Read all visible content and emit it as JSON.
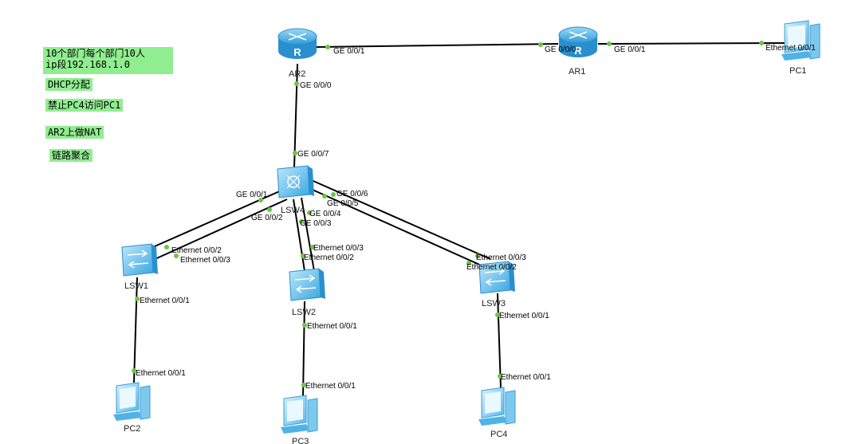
{
  "notes": [
    "10个部门每个部门10人\nip段192.168.1.0",
    "DHCP分配",
    "禁止PC4访问PC1",
    "AR2上做NAT",
    "链路聚合"
  ],
  "devices": {
    "ar2": "AR2",
    "ar1": "AR1",
    "pc1": "PC1",
    "lsw4": "LSW4",
    "lsw1": "LSW1",
    "lsw2": "LSW2",
    "lsw3": "LSW3",
    "pc2": "PC2",
    "pc3": "PC3",
    "pc4": "PC4"
  },
  "ports": {
    "ar2_ge001": "GE 0/0/1",
    "ar1_ge000": "GE 0/0/0",
    "ar1_ge001": "GE 0/0/1",
    "pc1_eth": "Ethernet 0/0/1",
    "ar2_ge000": "GE 0/0/0",
    "lsw4_ge007": "GE 0/0/7",
    "lsw4_ge001": "GE 0/0/1",
    "lsw4_ge002": "GE 0/0/2",
    "lsw4_ge004": "GE 0/0/4",
    "lsw4_ge003": "GE 0/0/3",
    "lsw4_ge006": "GE 0/0/6",
    "lsw4_ge005": "GE 0/0/5",
    "lsw1_eth002": "Ethernet 0/0/2",
    "lsw1_eth003": "Ethernet 0/0/3",
    "lsw2_eth003": "Ethernet 0/0/3",
    "lsw2_eth002": "Ethernet 0/0/2",
    "lsw3_eth003": "Ethernet 0/0/3",
    "lsw3_eth002": "Ethernet 0/0/2",
    "lsw1_eth001": "Ethernet 0/0/1",
    "pc2_eth": "Ethernet 0/0/1",
    "lsw2_eth001": "Ethernet 0/0/1",
    "pc3_eth": "Ethernet 0/0/1",
    "lsw3_eth001": "Ethernet 0/0/1",
    "pc4_eth": "Ethernet 0/0/1"
  },
  "colors": {
    "note_bg": "#90ee90",
    "port_dot": "#6cc644",
    "device_blue": "#4fb3e8",
    "link": "#000000"
  }
}
